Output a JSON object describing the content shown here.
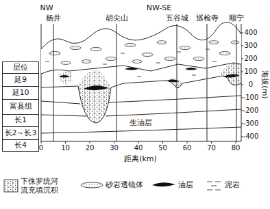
{
  "diagram": {
    "nodes": [
      {
        "text": [
          "层位"
        ]
      },
      {
        "text": [
          "延9"
        ]
      },
      {
        "text": [
          "延10"
        ]
      },
      {
        "text": [
          "富县组"
        ]
      },
      {
        "text": [
          "长1"
        ]
      },
      {
        "text": [
          "长2～长3"
        ]
      },
      {
        "text": [
          "长4"
        ]
      }
    ],
    "labels": [
      "NW",
      "NW-SE",
      "杨井",
      "胡尖山",
      "五谷城",
      "巡检寺",
      "顺宁",
      "400",
      "300",
      "200",
      "100",
      "0",
      "-100",
      "-200",
      "-300",
      "-400",
      "海拔(m)",
      "生油层",
      "0",
      "10",
      "20",
      "30",
      "40",
      "50",
      "60",
      "70",
      "80",
      "距离(km)"
    ],
    "legend": [
      {
        "text": "下侏罗统河流充填沉积"
      },
      {
        "text": "砂岩透镜体"
      },
      {
        "text": "油层"
      },
      {
        "text": "泥岩"
      }
    ]
  }
}
